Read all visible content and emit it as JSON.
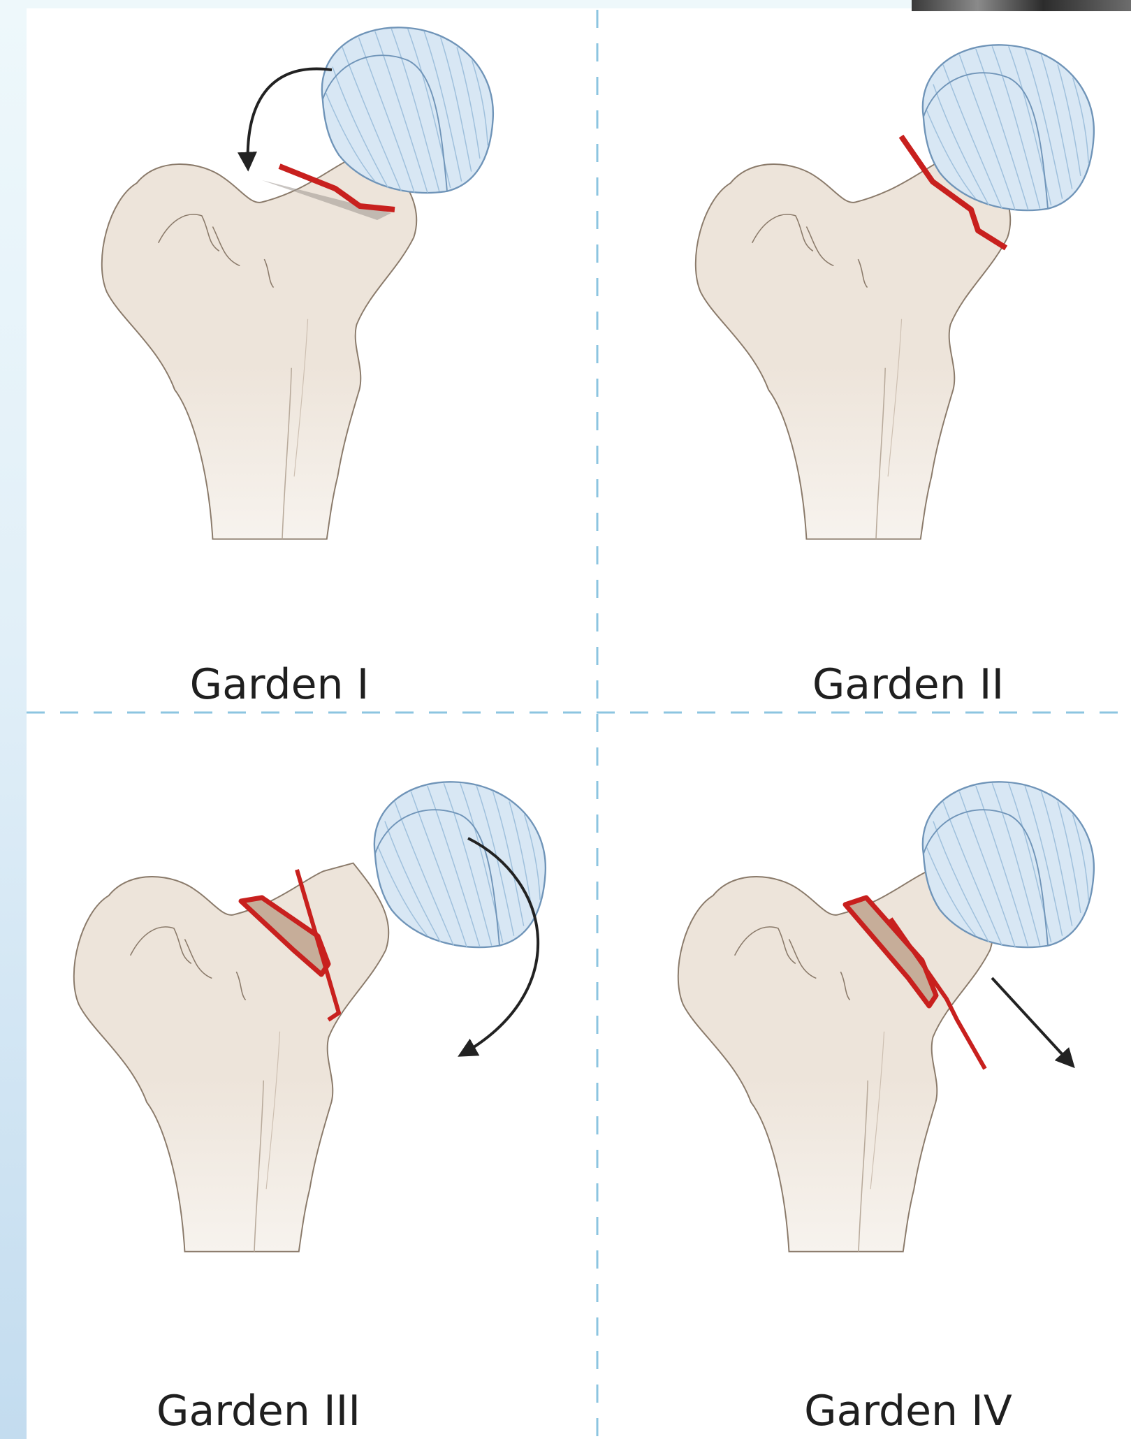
{
  "panels": [
    {
      "label": "Garden I"
    },
    {
      "label": "Garden II"
    },
    {
      "label": "Garden III"
    },
    {
      "label": "Garden IV"
    }
  ],
  "colors": {
    "bone": "#ede4da",
    "bone_outline": "#8a7a6a",
    "head_fill": "#d8e7f4",
    "head_stripe": "#9fc0dc",
    "fracture": "#c8201e",
    "arrow": "#222222",
    "divider": "#8cc5e0"
  }
}
